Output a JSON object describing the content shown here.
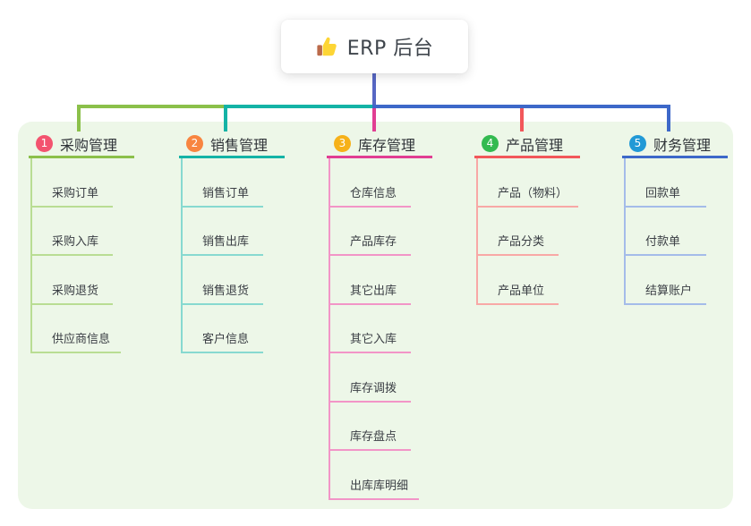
{
  "root": {
    "title": "ERP 后台",
    "icon": "thumbs-up-icon"
  },
  "colors": {
    "root_connector": "#5767c4",
    "panel_bg": "#edf7e8",
    "text": "#3a3e44"
  },
  "branches": [
    {
      "index": "1",
      "title": "采购管理",
      "badge_color": "#f3536f",
      "line_color": "#8bc04a",
      "child_line_color": "#b9dd93",
      "children": [
        "采购订单",
        "采购入库",
        "采购退货",
        "供应商信息"
      ]
    },
    {
      "index": "2",
      "title": "销售管理",
      "badge_color": "#f88540",
      "line_color": "#14b3a6",
      "child_line_color": "#87d9d0",
      "children": [
        "销售订单",
        "销售出库",
        "销售退货",
        "客户信息"
      ]
    },
    {
      "index": "3",
      "title": "库存管理",
      "badge_color": "#f6b119",
      "line_color": "#e13e93",
      "child_line_color": "#f295c7",
      "children": [
        "仓库信息",
        "产品库存",
        "其它出库",
        "其它入库",
        "库存调拨",
        "库存盘点",
        "出库库明细"
      ]
    },
    {
      "index": "4",
      "title": "产品管理",
      "badge_color": "#33ba50",
      "line_color": "#f2575a",
      "child_line_color": "#f8a8a6",
      "children": [
        "产品（物料）",
        "产品分类",
        "产品单位"
      ]
    },
    {
      "index": "5",
      "title": "财务管理",
      "badge_color": "#2199d6",
      "line_color": "#3d68c9",
      "child_line_color": "#a4bce9",
      "children": [
        "回款单",
        "付款单",
        "结算账户"
      ]
    }
  ]
}
